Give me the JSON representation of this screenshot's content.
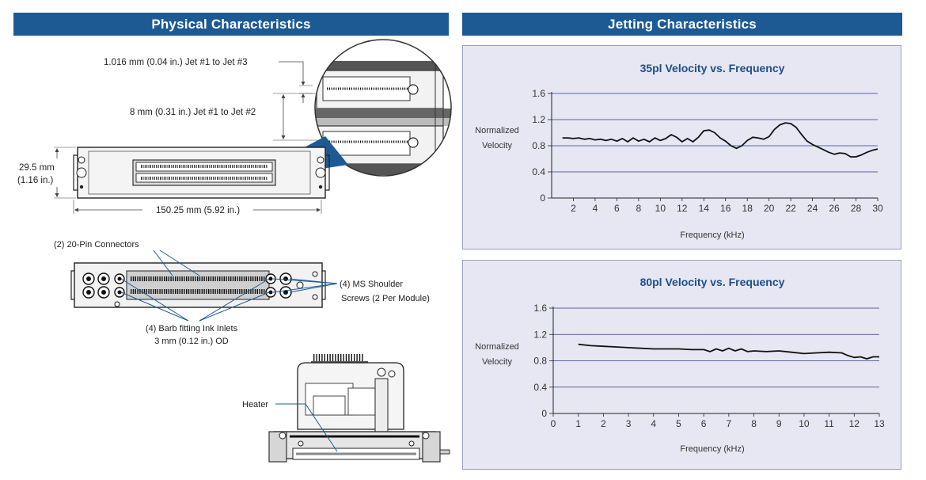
{
  "headers": {
    "physical": "Physical Characteristics",
    "jetting": "Jetting Characteristics"
  },
  "physical": {
    "dim_jet1_jet3": "1.016 mm (0.04 in.) Jet #1 to Jet #3",
    "dim_jet1_jet2": "8 mm (0.31 in.) Jet #1 to Jet #2",
    "height_mm": "29.5 mm",
    "height_in": "(1.16 in.)",
    "width": "150.25 mm (5.92 in.)",
    "connectors": "(2) 20-Pin Connectors",
    "screws_line1": "(4) MS Shoulder",
    "screws_line2": "Screws (2 Per Module)",
    "inlets_line1": "(4) Barb fitting Ink Inlets",
    "inlets_line2": "3 mm (0.12 in.) OD",
    "heater": "Heater"
  },
  "chart_data": [
    {
      "type": "line",
      "title": "35pl Velocity vs. Frequency",
      "xlabel": "Frequency (kHz)",
      "ylabel": [
        "Normalized",
        "Velocity"
      ],
      "xlim": [
        0,
        30
      ],
      "ylim": [
        0,
        1.6
      ],
      "x_ticks": [
        "2",
        "4",
        "6",
        "8",
        "10",
        "12",
        "14",
        "16",
        "18",
        "20",
        "22",
        "24",
        "26",
        "28",
        "30"
      ],
      "y_ticks": [
        "0",
        "0.4",
        "0.8",
        "1.2",
        "1.6"
      ],
      "grid": "horizontal",
      "series": [
        {
          "x": [
            1,
            1.5,
            2,
            2.5,
            3,
            3.5,
            4,
            4.5,
            5,
            5.5,
            6,
            6.5,
            7,
            7.5,
            8,
            8.5,
            9,
            9.5,
            10,
            10.5,
            11,
            11.5,
            12,
            12.5,
            13,
            13.5,
            14,
            14.5,
            15,
            15.5,
            16,
            16.5,
            17,
            17.5,
            18,
            18.5,
            19,
            19.5,
            20,
            20.5,
            21,
            21.5,
            22,
            22.5,
            23,
            23.5,
            24,
            24.5,
            25,
            25.5,
            26,
            26.5,
            27,
            27.5,
            28,
            28.5,
            29,
            29.5,
            30
          ],
          "y": [
            0.92,
            0.92,
            0.91,
            0.92,
            0.9,
            0.91,
            0.89,
            0.9,
            0.88,
            0.9,
            0.87,
            0.91,
            0.86,
            0.92,
            0.87,
            0.9,
            0.86,
            0.92,
            0.88,
            0.91,
            0.97,
            0.93,
            0.86,
            0.91,
            0.86,
            0.93,
            1.03,
            1.04,
            1.0,
            0.92,
            0.87,
            0.8,
            0.76,
            0.8,
            0.88,
            0.93,
            0.92,
            0.9,
            0.94,
            1.05,
            1.12,
            1.15,
            1.14,
            1.08,
            0.97,
            0.87,
            0.82,
            0.78,
            0.74,
            0.7,
            0.67,
            0.69,
            0.68,
            0.63,
            0.63,
            0.66,
            0.7,
            0.73,
            0.75
          ]
        }
      ]
    },
    {
      "type": "line",
      "title": "80pl Velocity vs. Frequency",
      "xlabel": "Frequency (kHz)",
      "ylabel": [
        "Normalized",
        "Velocity"
      ],
      "xlim": [
        0,
        13
      ],
      "ylim": [
        0,
        1.6
      ],
      "x_ticks": [
        "0",
        "1",
        "2",
        "3",
        "4",
        "5",
        "6",
        "7",
        "8",
        "9",
        "10",
        "11",
        "12",
        "13"
      ],
      "y_ticks": [
        "0",
        "0.4",
        "0.8",
        "1.2",
        "1.6"
      ],
      "grid": "horizontal",
      "series": [
        {
          "x": [
            1,
            1.5,
            2,
            2.5,
            3,
            3.5,
            4,
            4.5,
            5,
            5.5,
            6,
            6.25,
            6.5,
            6.75,
            7,
            7.25,
            7.5,
            7.75,
            8,
            8.5,
            9,
            9.5,
            10,
            10.5,
            11,
            11.5,
            11.75,
            12,
            12.25,
            12.5,
            12.75,
            13
          ],
          "y": [
            1.05,
            1.03,
            1.02,
            1.01,
            1.0,
            0.99,
            0.98,
            0.98,
            0.98,
            0.97,
            0.97,
            0.94,
            0.98,
            0.95,
            0.99,
            0.95,
            0.98,
            0.94,
            0.95,
            0.94,
            0.95,
            0.93,
            0.91,
            0.92,
            0.93,
            0.92,
            0.88,
            0.85,
            0.86,
            0.83,
            0.86,
            0.86
          ]
        }
      ]
    }
  ]
}
